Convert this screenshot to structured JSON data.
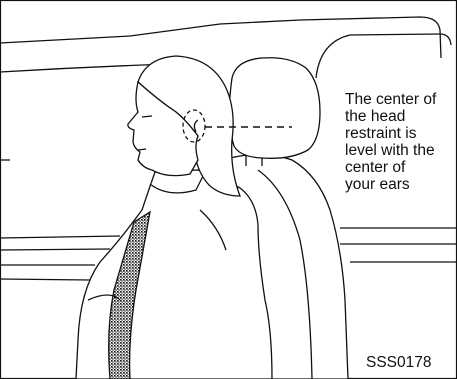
{
  "callout": {
    "lines": [
      "The center of",
      "the head",
      "restraint is",
      "level with the",
      "center of",
      "your ears"
    ]
  },
  "figure_code": "SSS0178",
  "colors": {
    "line": "#111111",
    "background": "#ffffff"
  }
}
